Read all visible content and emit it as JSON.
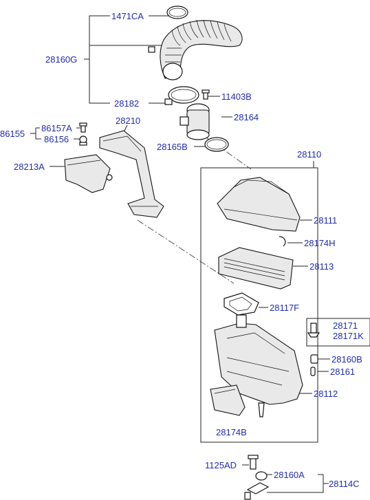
{
  "parts": {
    "p1471CA": "1471CA",
    "p28160G": "28160G",
    "p28182": "28182",
    "p11403B": "11403B",
    "p28164": "28164",
    "p28165B": "28165B",
    "p86155": "86155",
    "p86157A": "86157A",
    "p86156": "86156",
    "p28210": "28210",
    "p28213A": "28213A",
    "p28110": "28110",
    "p28111": "28111",
    "p28174H": "28174H",
    "p28113": "28113",
    "p28117F": "28117F",
    "p28171": "28171",
    "p28171K": "28171K",
    "p28160B": "28160B",
    "p28161": "28161",
    "p28112": "28112",
    "p28174B": "28174B",
    "p1125AD": "1125AD",
    "p28160A": "28160A",
    "p28114C": "28114C"
  },
  "colors": {
    "label": "#1f2bb5",
    "line": "#222222"
  }
}
